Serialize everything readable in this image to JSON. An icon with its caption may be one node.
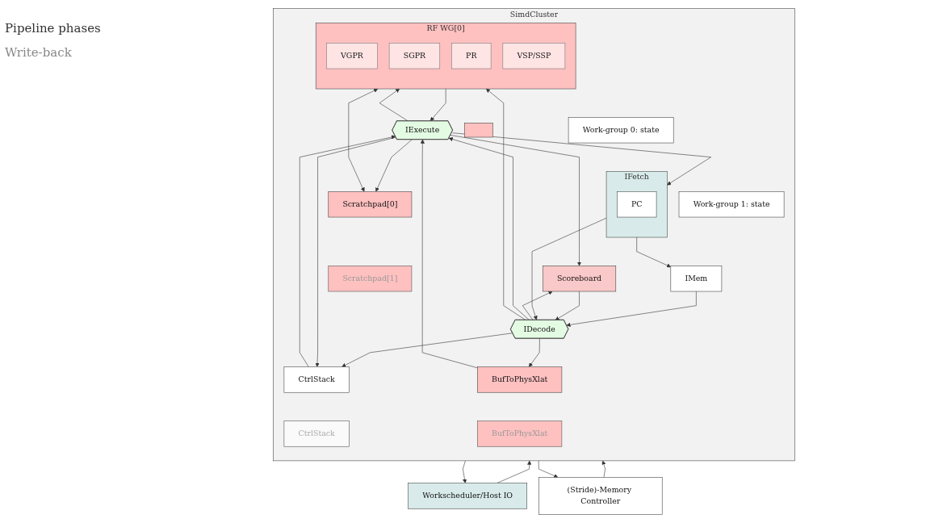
{
  "diagram": {
    "nodes": [
      {
        "text": [
          "Workscheduler/Host IO"
        ]
      },
      {
        "text": [
          "(Stride)-Memory Controller"
        ]
      },
      {
        "text": [
          "SimdCluster"
        ]
      },
      {
        "text": [
          "Work-group 0: state"
        ],
        "in": 2
      },
      {
        "text": [
          "Work-group 1: state"
        ],
        "in": 2
      },
      {
        "text": [
          "IFetch"
        ],
        "in": 2
      },
      {
        "text": [
          "PC"
        ],
        "in": 5
      },
      {
        "text": [
          "IMem"
        ],
        "in": 2
      },
      {
        "text": [
          "IDecode"
        ],
        "in": 2
      },
      {
        "text": [
          "IExecute"
        ],
        "in": 2
      },
      {
        "text": [
          "Scoreboard"
        ],
        "in": 2
      },
      {
        "text": [
          "CtrlStack"
        ],
        "in": 2
      },
      {
        "text": [
          "CtrlStack"
        ],
        "in": 2
      },
      {
        "text": [
          "BufToPhysXlat"
        ],
        "in": 2
      },
      {
        "text": [
          "BufToPhysXlat"
        ],
        "in": 2
      },
      {
        "text": [
          "RF WG[0]"
        ],
        "in": 2
      },
      {
        "text": [
          "VGPR"
        ],
        "in": 15
      },
      {
        "text": [
          "SGPR"
        ],
        "in": 15
      },
      {
        "text": [
          "PR"
        ],
        "in": 15
      },
      {
        "text": [
          "VSP/SSP"
        ],
        "in": 15
      },
      {
        "text": [],
        "shape": "box",
        "in": 2
      },
      {
        "text": [
          "Scratchpad[0]"
        ],
        "in": 2
      },
      {
        "text": [
          "Scratchpad[1]"
        ],
        "in": 2
      }
    ],
    "edges": [
      {
        "from": 0,
        "to": 2,
        "arrow": "to"
      },
      {
        "from": 2,
        "to": 0,
        "arrow": "to"
      },
      {
        "from": 1,
        "to": 2,
        "arrow": "to"
      },
      {
        "from": 2,
        "to": 1,
        "arrow": "to"
      },
      {
        "from": 5,
        "to": 7,
        "arrow": "to"
      },
      {
        "from": 5,
        "to": 8,
        "arrow": "to"
      },
      {
        "from": 7,
        "to": 8,
        "arrow": "to"
      },
      {
        "from": 8,
        "to": 10,
        "arrow": "to"
      },
      {
        "from": 8,
        "to": 11,
        "arrow": "to"
      },
      {
        "from": 8,
        "to": 13,
        "arrow": "to"
      },
      {
        "from": 8,
        "to": 15,
        "arrow": "to"
      },
      {
        "from": 10,
        "to": 8,
        "arrow": "to"
      },
      {
        "from": 8,
        "to": 9,
        "arrow": "to"
      },
      {
        "from": 15,
        "to": 9,
        "arrow": "to"
      },
      {
        "from": 13,
        "to": 9,
        "arrow": "to"
      },
      {
        "from": 11,
        "to": 9,
        "arrow": "to"
      },
      {
        "from": 9,
        "to": 5,
        "arrow": "to"
      },
      {
        "from": 9,
        "to": 10,
        "arrow": "to"
      },
      {
        "from": 9,
        "to": 11,
        "arrow": "to"
      },
      {
        "from": 9,
        "to": 15,
        "arrow": "to"
      },
      {
        "from": 9,
        "to": 21,
        "arrow": "to"
      },
      {
        "from": 15,
        "to": 21,
        "arrow": "both"
      }
    ],
    "labels": [
      "Pipeline phases",
      "Write-back"
    ]
  }
}
